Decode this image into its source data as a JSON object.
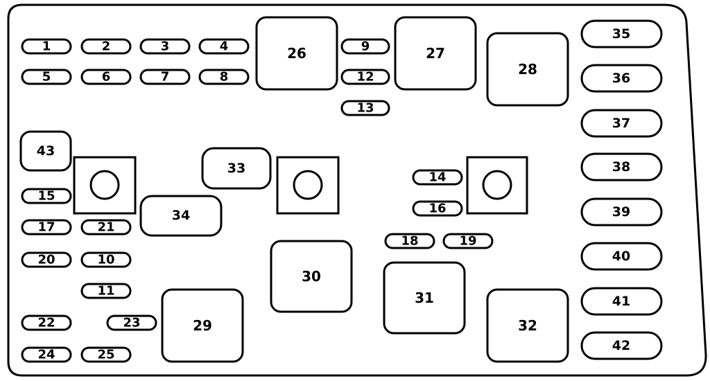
{
  "fuses": [
    {
      "label": "1"
    },
    {
      "label": "2"
    },
    {
      "label": "3"
    },
    {
      "label": "4"
    },
    {
      "label": "5"
    },
    {
      "label": "6"
    },
    {
      "label": "7"
    },
    {
      "label": "8"
    },
    {
      "label": "9"
    },
    {
      "label": "12"
    },
    {
      "label": "13"
    },
    {
      "label": "14"
    },
    {
      "label": "16"
    },
    {
      "label": "15"
    },
    {
      "label": "17"
    },
    {
      "label": "21"
    },
    {
      "label": "20"
    },
    {
      "label": "10"
    },
    {
      "label": "11"
    },
    {
      "label": "22"
    },
    {
      "label": "23"
    },
    {
      "label": "24"
    },
    {
      "label": "25"
    },
    {
      "label": "18"
    },
    {
      "label": "19"
    }
  ],
  "relays": [
    {
      "label": "26"
    },
    {
      "label": "27"
    },
    {
      "label": "28"
    },
    {
      "label": "29"
    },
    {
      "label": "30"
    },
    {
      "label": "31"
    },
    {
      "label": "32"
    },
    {
      "label": "33"
    },
    {
      "label": "34"
    },
    {
      "label": "43"
    }
  ],
  "right_column": [
    {
      "label": "35"
    },
    {
      "label": "36"
    },
    {
      "label": "37"
    },
    {
      "label": "38"
    },
    {
      "label": "39"
    },
    {
      "label": "40"
    },
    {
      "label": "41"
    },
    {
      "label": "42"
    }
  ]
}
